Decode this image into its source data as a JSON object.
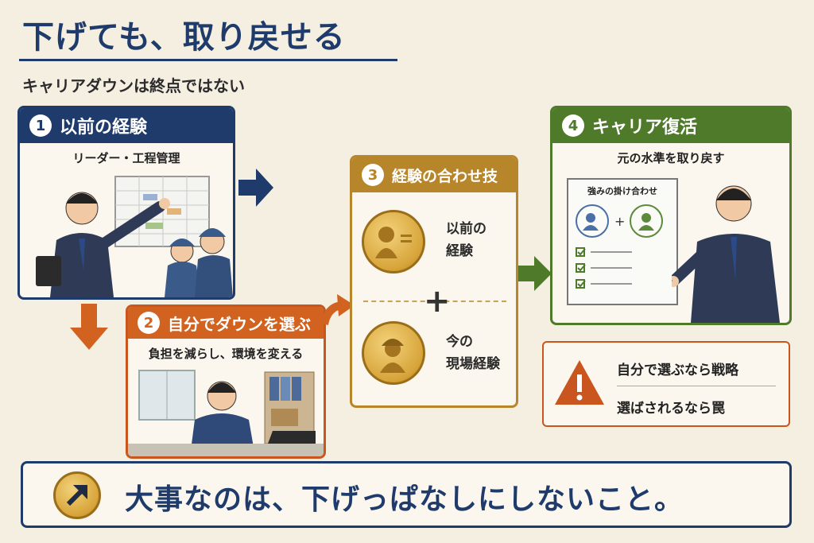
{
  "title": "下げても、取り戻せる",
  "subtitle": "キャリアダウンは終点ではない",
  "steps": [
    {
      "num": "1",
      "title": "以前の経験",
      "sub": "リーダー・工程管理",
      "color": "#1f3b6b"
    },
    {
      "num": "2",
      "title": "自分でダウンを選ぶ",
      "sub": "負担を減らし、環境を変える",
      "color": "#d2621f"
    },
    {
      "num": "3",
      "title": "経験の合わせ技",
      "items": [
        {
          "label_line1": "以前の",
          "label_line2": "経験"
        },
        {
          "label_line1": "今の",
          "label_line2": "現場経験"
        }
      ],
      "plus": "+",
      "color": "#b8862a"
    },
    {
      "num": "4",
      "title": "キャリア復活",
      "sub": "元の水準を取り戻す",
      "board_title": "強みの掛け合わせ",
      "color": "#4e7a2a"
    }
  ],
  "warning": {
    "line1": "自分で選ぶなら戦略",
    "line2": "選ばされるなら罠",
    "icon": "warning-triangle-icon",
    "color": "#c9561f"
  },
  "banner": {
    "text": "大事なのは、下げっぱなしにしないこと。",
    "icon": "arrow-up-right-icon"
  }
}
